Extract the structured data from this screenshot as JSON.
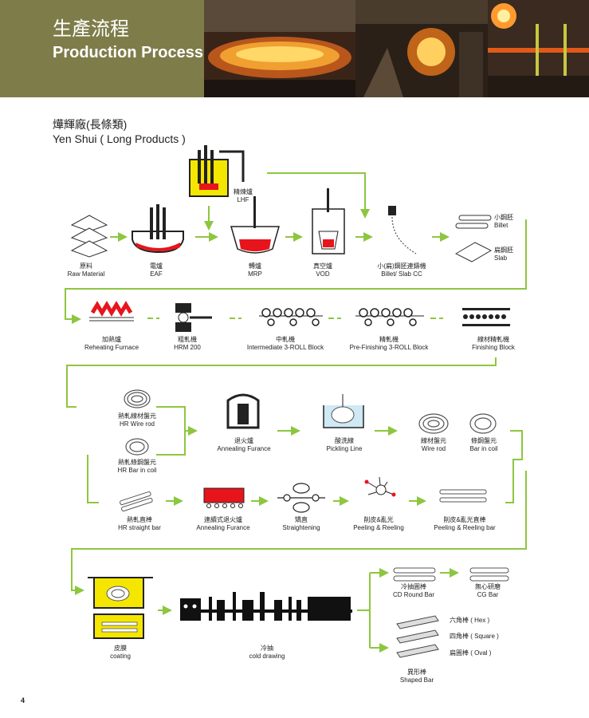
{
  "header": {
    "title_cn": "生產流程",
    "title_en": "Production Process"
  },
  "section": {
    "title_cn": "燁輝廠(長條類)",
    "title_en": "Yen Shui ( Long Products )"
  },
  "steps": {
    "lhf": {
      "cn": "精煉爐",
      "en": "LHF"
    },
    "raw": {
      "cn": "原料",
      "en": "Raw Material"
    },
    "eaf": {
      "cn": "電爐",
      "en": "EAF"
    },
    "mrp": {
      "cn": "轉爐",
      "en": "MRP"
    },
    "vod": {
      "cn": "真空爐",
      "en": "VOD"
    },
    "cc": {
      "cn": "小(扁)鋼胚連鑄機",
      "en": "Billet/ Slab CC"
    },
    "billet": {
      "cn": "小鋼胚",
      "en": "Billet"
    },
    "slab": {
      "cn": "扁鋼胚",
      "en": "Slab"
    },
    "reheat": {
      "cn": "加熱爐",
      "en": "Reheating Furnace"
    },
    "hrm": {
      "cn": "粗軋機",
      "en": "HRM 200"
    },
    "inter": {
      "cn": "中軋機",
      "en": "Intermediate 3-ROLL Block"
    },
    "prefin": {
      "cn": "精軋機",
      "en": "Pre-Finishing 3-ROLL Block"
    },
    "finish": {
      "cn": "線材精軋機",
      "en": "Finishing Block"
    },
    "hrwire": {
      "cn": "熱軋線材盤元",
      "en": "HR Wire rod"
    },
    "hrbar": {
      "cn": "熱軋條鋼盤元",
      "en": "HR Bar in coil"
    },
    "anneal": {
      "cn": "退火爐",
      "en": "Annealing Furance"
    },
    "pickle": {
      "cn": "酸洗線",
      "en": "Pickling Line"
    },
    "wirerod": {
      "cn": "線材盤元",
      "en": "Wire rod"
    },
    "barcoil": {
      "cn": "條鋼盤元",
      "en": "Bar in coil"
    },
    "hrstraight": {
      "cn": "熱軋直棒",
      "en": "HR straight bar"
    },
    "anneal2": {
      "cn": "連續式退火爐",
      "en": "Annealing Furance"
    },
    "straight": {
      "cn": "矯直",
      "en": "Straightening"
    },
    "peel": {
      "cn": "削皮&亂光",
      "en": "Peeling & Reeling"
    },
    "peelbar": {
      "cn": "削皮&亂光直棒",
      "en": "Peeling & Reeling bar"
    },
    "coating": {
      "cn": "皮膜",
      "en": "coating"
    },
    "colddraw": {
      "cn": "冷抽",
      "en": "cold drawing"
    },
    "cdround": {
      "cn": "冷抽圓棒",
      "en": "CD Round Bar"
    },
    "cg": {
      "cn": "無心研磨",
      "en": "CG Bar"
    },
    "shaped": {
      "cn": "異形棒",
      "en": "Shaped Bar"
    }
  },
  "shapes": {
    "hex": "六角棒 ( Hex )",
    "square": "四角棒 ( Square )",
    "oval": "扁圓棒 ( Oval )"
  },
  "colors": {
    "flow_green": "#8dc63f",
    "banner_olive": "#7e7d4a",
    "molten_red": "#e8141c",
    "coating_yellow": "#f5e600"
  },
  "page_number": "4"
}
